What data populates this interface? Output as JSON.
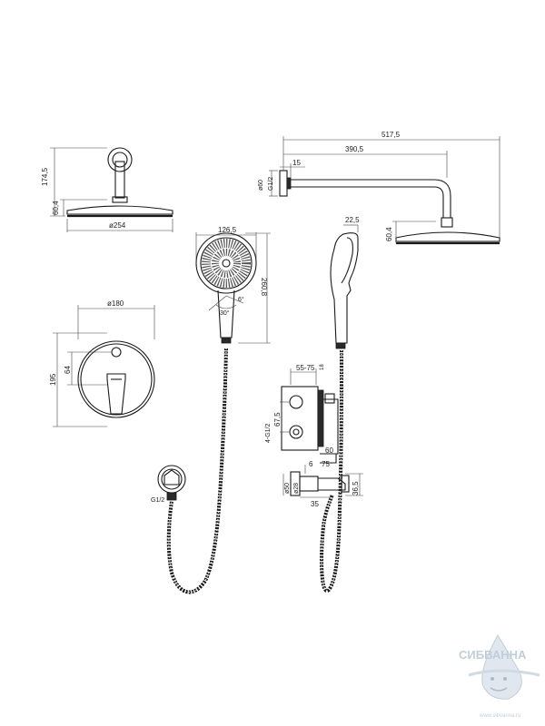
{
  "dimensions": {
    "head_height_total": "174,5",
    "head_height": "60,4",
    "head_diameter": "ø254",
    "arm_length_total": "517,5",
    "arm_length": "390,5",
    "flange_depth": "15",
    "flange_diameter": "ø60",
    "flange_thread": "G1/2",
    "head_height_side": "60,4",
    "hand_width": "126,5",
    "hand_length": "260,8",
    "hand_angle_1": "30°",
    "hand_angle_2": "6°",
    "hand_side_angle": "22,5",
    "plate_diameter": "ø180",
    "plate_height": "195",
    "handle_height": "64",
    "box_depth": "55-75",
    "box_plate": "18",
    "box_height": "67,5",
    "box_threads": "4-G1/2",
    "box_bottom": "60",
    "outlet_thread": "G1/2",
    "outlet_a": "6",
    "outlet_b": "75",
    "outlet_diameter_1": "ø50",
    "outlet_diameter_2": "ø28",
    "outlet_height": "36,5",
    "outlet_c": "35"
  },
  "watermark": {
    "brand": "СИБВАННА",
    "url": "www.sibvanna.ru"
  },
  "colors": {
    "line": "#1a1a1a",
    "watermark": "#8ea6bd"
  }
}
